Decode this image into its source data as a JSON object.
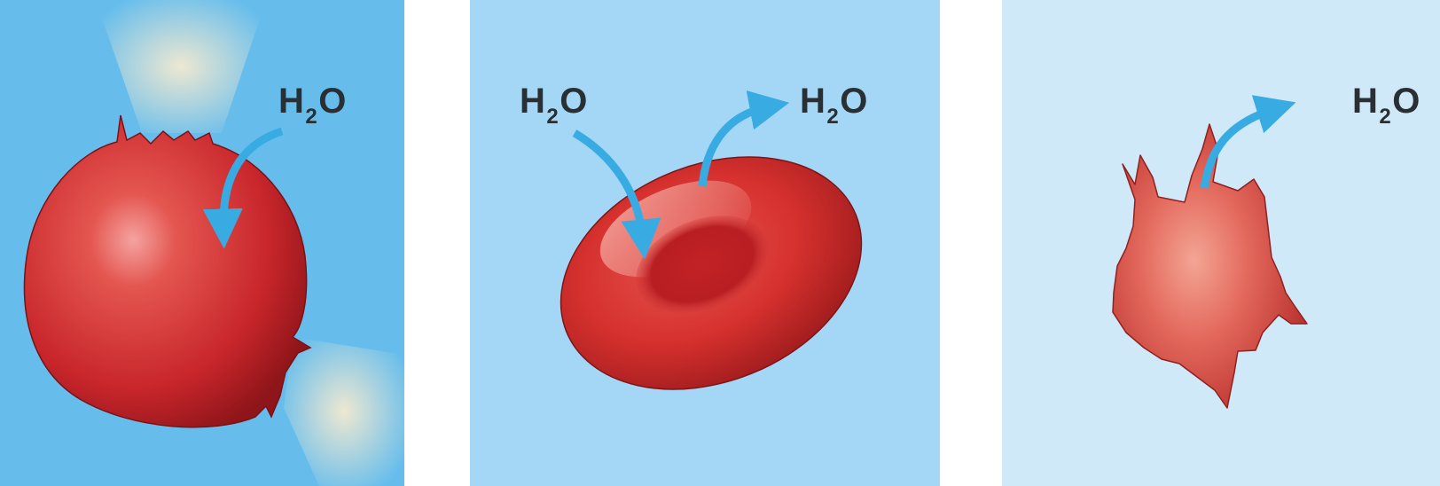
{
  "panels": [
    {
      "id": "hypotonic",
      "background": "#66bdec",
      "cell_color": "#c8262b",
      "labels": [
        {
          "text": [
            "H",
            "2",
            "O"
          ]
        }
      ]
    },
    {
      "id": "isotonic",
      "background": "#a4d7f5",
      "cell_color": "#d6312e",
      "labels": [
        {
          "text": [
            "H",
            "2",
            "O"
          ]
        },
        {
          "text": [
            "H",
            "2",
            "O"
          ]
        }
      ]
    },
    {
      "id": "hypertonic",
      "background": "#cfe9f8",
      "cell_color": "#dc5046",
      "labels": [
        {
          "text": [
            "H",
            "2",
            "O"
          ]
        }
      ]
    }
  ],
  "arrow_color": "#38ace2",
  "icons": [
    "burst-cell-icon",
    "normal-red-blood-cell-icon",
    "shriveled-cell-icon",
    "water-in-arrow-icon",
    "water-out-arrow-icon"
  ]
}
